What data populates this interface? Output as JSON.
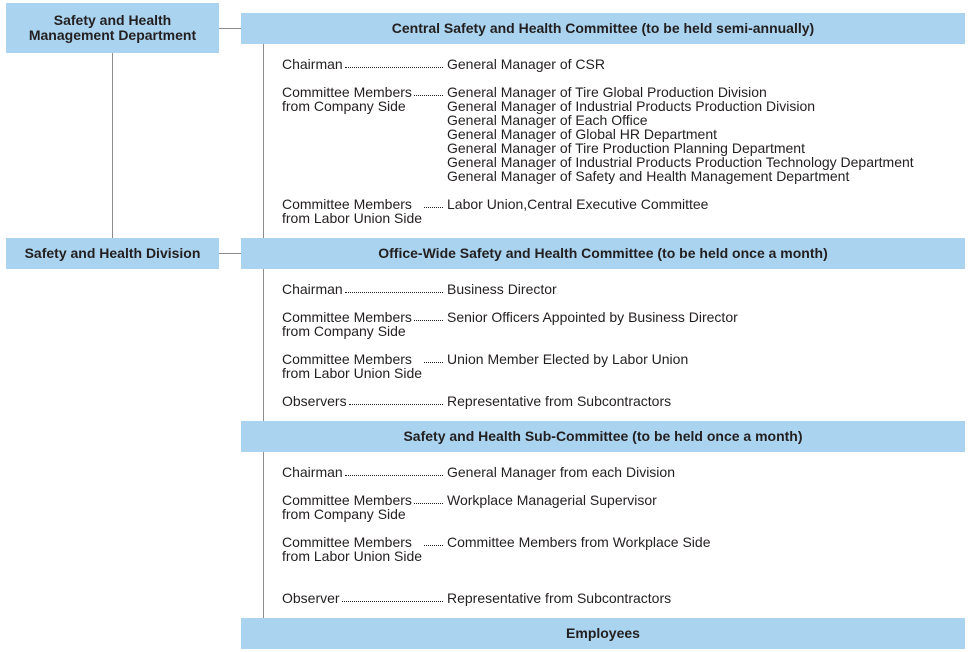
{
  "left_boxes": {
    "management_department": "Safety and Health\nManagement Department",
    "division": "Safety and Health Division"
  },
  "committees": {
    "central": {
      "title": "Central Safety and Health Committee (to be held semi-annually)",
      "rows": [
        {
          "role": "Chairman",
          "values": [
            "General Manager of CSR"
          ]
        },
        {
          "role": "Committee Members\nfrom Company Side",
          "values": [
            "General Manager of Tire Global Production Division",
            "General Manager of Industrial Products Production Division",
            "General Manager of Each Office",
            "General Manager of Global HR Department",
            "General Manager of Tire Production Planning Department",
            "General Manager of Industrial Products Production Technology Department",
            "General Manager of Safety and Health Management Department"
          ]
        },
        {
          "role": "Committee Members\nfrom Labor Union Side",
          "values": [
            "Labor Union,Central Executive Committee"
          ]
        }
      ]
    },
    "office_wide": {
      "title": "Office-Wide Safety and Health Committee (to be held once a month)",
      "rows": [
        {
          "role": "Chairman",
          "values": [
            "Business Director"
          ]
        },
        {
          "role": "Committee Members\nfrom Company Side",
          "values": [
            "Senior Officers Appointed by Business Director"
          ]
        },
        {
          "role": "Committee Members\nfrom Labor Union Side",
          "values": [
            "Union Member Elected by Labor Union"
          ]
        },
        {
          "role": "Observers",
          "values": [
            "Representative from Subcontractors"
          ]
        }
      ]
    },
    "sub_committee": {
      "title": "Safety and Health Sub-Committee (to be held once a month)",
      "rows": [
        {
          "role": "Chairman",
          "values": [
            "General Manager from each Division"
          ]
        },
        {
          "role": "Committee Members\nfrom Company Side",
          "values": [
            "Workplace Managerial Supervisor"
          ]
        },
        {
          "role": "Committee Members\nfrom Labor Union Side",
          "values": [
            "Committee Members from Workplace Side"
          ]
        },
        {
          "role": "Observer",
          "values": [
            "Representative from Subcontractors"
          ]
        }
      ]
    }
  },
  "employees": "Employees",
  "colors": {
    "box_fill": "#a9d3ee",
    "connector": "#8c8c8c",
    "text": "#231f20"
  }
}
